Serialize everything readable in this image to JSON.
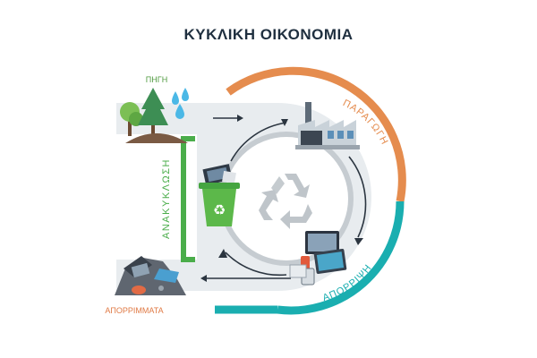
{
  "title": "ΚΥΚΛΙΚΗ ΟΙΚΟΝΟΜΙΑ",
  "stages": {
    "source": "ΠΗΓΗ",
    "production": "ΠΑΡΑΓΩΓΗ",
    "disposal": "ΑΠΟΡΡΙΨΗ",
    "recycling": "ΑΝΑΚΥΚΛΩΣΗ",
    "waste": "ΑΠΟΡΡΙΜΜΑΤΑ"
  },
  "colors": {
    "production": "#e58c4e",
    "disposal": "#1aaeb0",
    "recycling": "#4aad4a",
    "source_label": "#4f9a3f",
    "waste_label": "#e07a45",
    "band": "#e8ecef",
    "center_ring": "#c6ccd1",
    "arrow": "#2b3540"
  },
  "icons": [
    "tree-icon",
    "water-drop-icon",
    "factory-icon",
    "recycle-icon",
    "recycling-bin-icon",
    "electronics-icon",
    "waste-pile-icon"
  ]
}
